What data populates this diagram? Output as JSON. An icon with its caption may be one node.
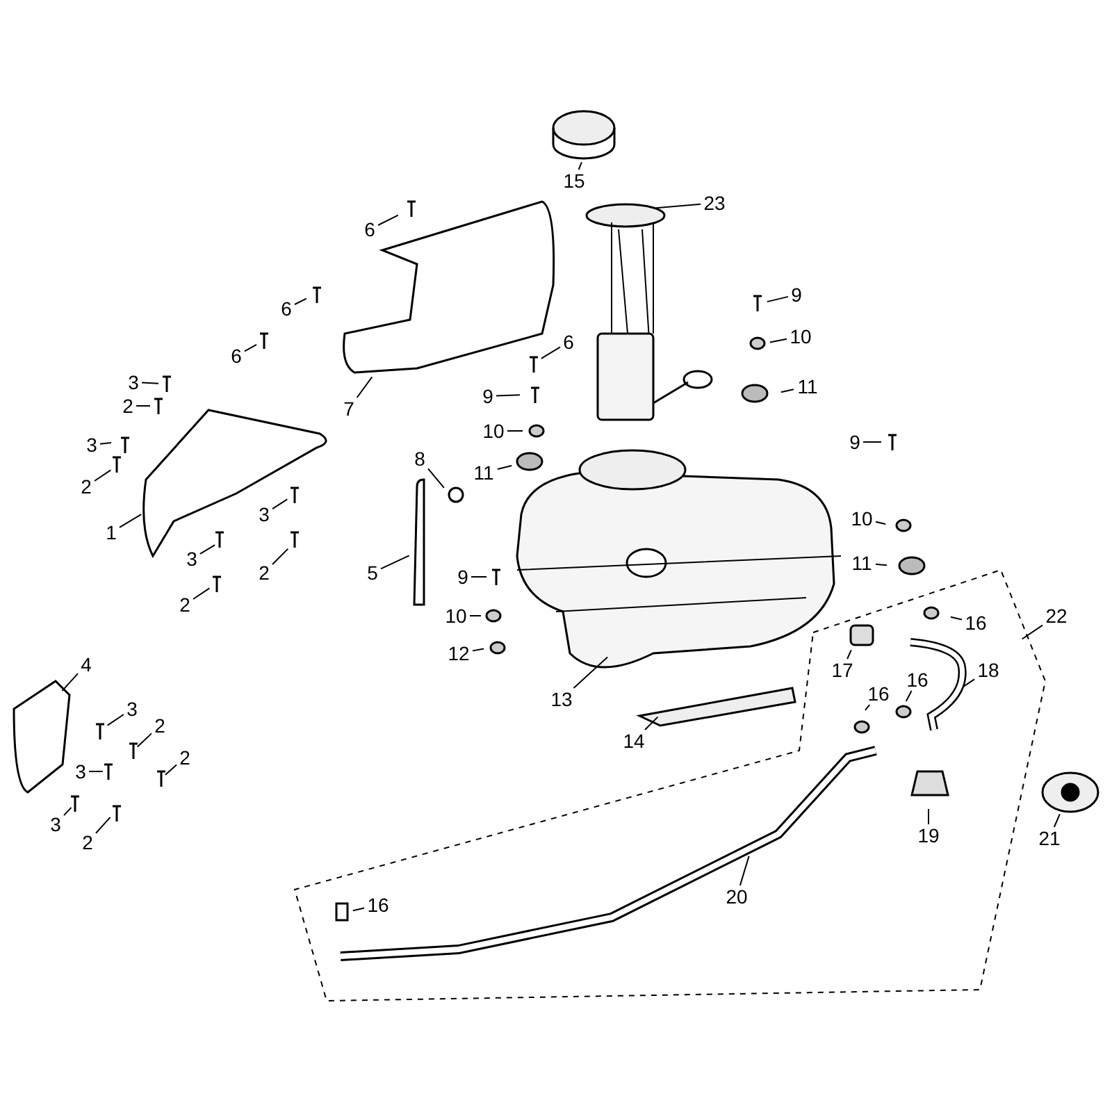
{
  "diagram": {
    "nodes": [
      {
        "text": [
          "6"
        ]
      },
      {
        "text": [
          "23"
        ]
      },
      {
        "text": [
          "15"
        ]
      },
      {
        "text": [
          "6"
        ]
      },
      {
        "text": [
          "6"
        ]
      },
      {
        "text": [
          "9"
        ]
      },
      {
        "text": [
          "10"
        ]
      },
      {
        "text": [
          "11"
        ]
      },
      {
        "text": [
          "6"
        ]
      },
      {
        "text": [
          "7"
        ]
      },
      {
        "text": [
          "3"
        ]
      },
      {
        "text": [
          "2"
        ]
      },
      {
        "text": [
          "3"
        ]
      },
      {
        "text": [
          "9"
        ]
      },
      {
        "text": [
          "9"
        ]
      },
      {
        "text": [
          "2"
        ]
      },
      {
        "text": [
          "10"
        ]
      },
      {
        "text": [
          "11"
        ]
      },
      {
        "text": [
          "8"
        ]
      },
      {
        "text": [
          "3"
        ]
      },
      {
        "text": [
          "1"
        ]
      },
      {
        "text": [
          "10"
        ]
      },
      {
        "text": [
          "3"
        ]
      },
      {
        "text": [
          "2"
        ]
      },
      {
        "text": [
          "5"
        ]
      },
      {
        "text": [
          "9"
        ]
      },
      {
        "text": [
          "11"
        ]
      },
      {
        "text": [
          "2"
        ]
      },
      {
        "text": [
          "22"
        ]
      },
      {
        "text": [
          "10"
        ]
      },
      {
        "text": [
          "16"
        ]
      },
      {
        "text": [
          "12"
        ]
      },
      {
        "text": [
          "4"
        ]
      },
      {
        "text": [
          "17"
        ]
      },
      {
        "text": [
          "18"
        ]
      },
      {
        "text": [
          "13"
        ]
      },
      {
        "text": [
          "16"
        ]
      },
      {
        "text": [
          "16"
        ]
      },
      {
        "text": [
          "3"
        ]
      },
      {
        "text": [
          "2"
        ]
      },
      {
        "text": [
          "14"
        ]
      },
      {
        "text": [
          "2"
        ]
      },
      {
        "text": [
          "3"
        ]
      },
      {
        "text": [
          "19"
        ]
      },
      {
        "text": [
          "21"
        ]
      },
      {
        "text": [
          "3"
        ]
      },
      {
        "text": [
          "2"
        ]
      },
      {
        "text": [
          "20"
        ]
      },
      {
        "text": [
          "16"
        ]
      }
    ],
    "edges": [
      {
        "from": 0,
        "to": null,
        "arrow": "none"
      },
      {
        "from": 1,
        "to": null,
        "arrow": "none"
      },
      {
        "from": 2,
        "to": null,
        "arrow": "none"
      },
      {
        "from": 3,
        "to": null,
        "arrow": "none"
      },
      {
        "from": 4,
        "to": null,
        "arrow": "none"
      },
      {
        "from": 5,
        "to": null,
        "arrow": "none"
      },
      {
        "from": 6,
        "to": null,
        "arrow": "none"
      },
      {
        "from": 7,
        "to": null,
        "arrow": "none"
      },
      {
        "from": 8,
        "to": null,
        "arrow": "none"
      },
      {
        "from": 9,
        "to": null,
        "arrow": "none"
      },
      {
        "from": 10,
        "to": null,
        "arrow": "none"
      },
      {
        "from": 11,
        "to": null,
        "arrow": "none"
      },
      {
        "from": 12,
        "to": null,
        "arrow": "none"
      },
      {
        "from": 13,
        "to": null,
        "arrow": "none"
      },
      {
        "from": 14,
        "to": null,
        "arrow": "none"
      },
      {
        "from": 15,
        "to": null,
        "arrow": "none"
      },
      {
        "from": 16,
        "to": null,
        "arrow": "none"
      },
      {
        "from": 17,
        "to": null,
        "arrow": "none"
      },
      {
        "from": 18,
        "to": null,
        "arrow": "none"
      },
      {
        "from": 19,
        "to": null,
        "arrow": "none"
      },
      {
        "from": 20,
        "to": null,
        "arrow": "none"
      },
      {
        "from": 21,
        "to": null,
        "arrow": "none"
      },
      {
        "from": 22,
        "to": null,
        "arrow": "none"
      },
      {
        "from": 23,
        "to": null,
        "arrow": "none"
      },
      {
        "from": 24,
        "to": null,
        "arrow": "none"
      },
      {
        "from": 25,
        "to": null,
        "arrow": "none"
      },
      {
        "from": 26,
        "to": null,
        "arrow": "none"
      },
      {
        "from": 27,
        "to": null,
        "arrow": "none"
      },
      {
        "from": 28,
        "to": null,
        "arrow": "none"
      },
      {
        "from": 29,
        "to": null,
        "arrow": "none"
      },
      {
        "from": 30,
        "to": null,
        "arrow": "none"
      },
      {
        "from": 31,
        "to": null,
        "arrow": "none"
      },
      {
        "from": 32,
        "to": null,
        "arrow": "none"
      },
      {
        "from": 33,
        "to": null,
        "arrow": "none"
      },
      {
        "from": 34,
        "to": null,
        "arrow": "none"
      },
      {
        "from": 35,
        "to": null,
        "arrow": "none"
      },
      {
        "from": 36,
        "to": null,
        "arrow": "none"
      },
      {
        "from": 37,
        "to": null,
        "arrow": "none"
      },
      {
        "from": 38,
        "to": null,
        "arrow": "none"
      },
      {
        "from": 39,
        "to": null,
        "arrow": "none"
      },
      {
        "from": 40,
        "to": null,
        "arrow": "none"
      },
      {
        "from": 41,
        "to": null,
        "arrow": "none"
      },
      {
        "from": 42,
        "to": null,
        "arrow": "none"
      },
      {
        "from": 43,
        "to": null,
        "arrow": "none"
      },
      {
        "from": 44,
        "to": null,
        "arrow": "none"
      },
      {
        "from": 45,
        "to": null,
        "arrow": "none"
      },
      {
        "from": 46,
        "to": null,
        "arrow": "none"
      },
      {
        "from": 47,
        "to": null,
        "arrow": "none"
      },
      {
        "from": 48,
        "to": null,
        "arrow": "none"
      }
    ]
  }
}
